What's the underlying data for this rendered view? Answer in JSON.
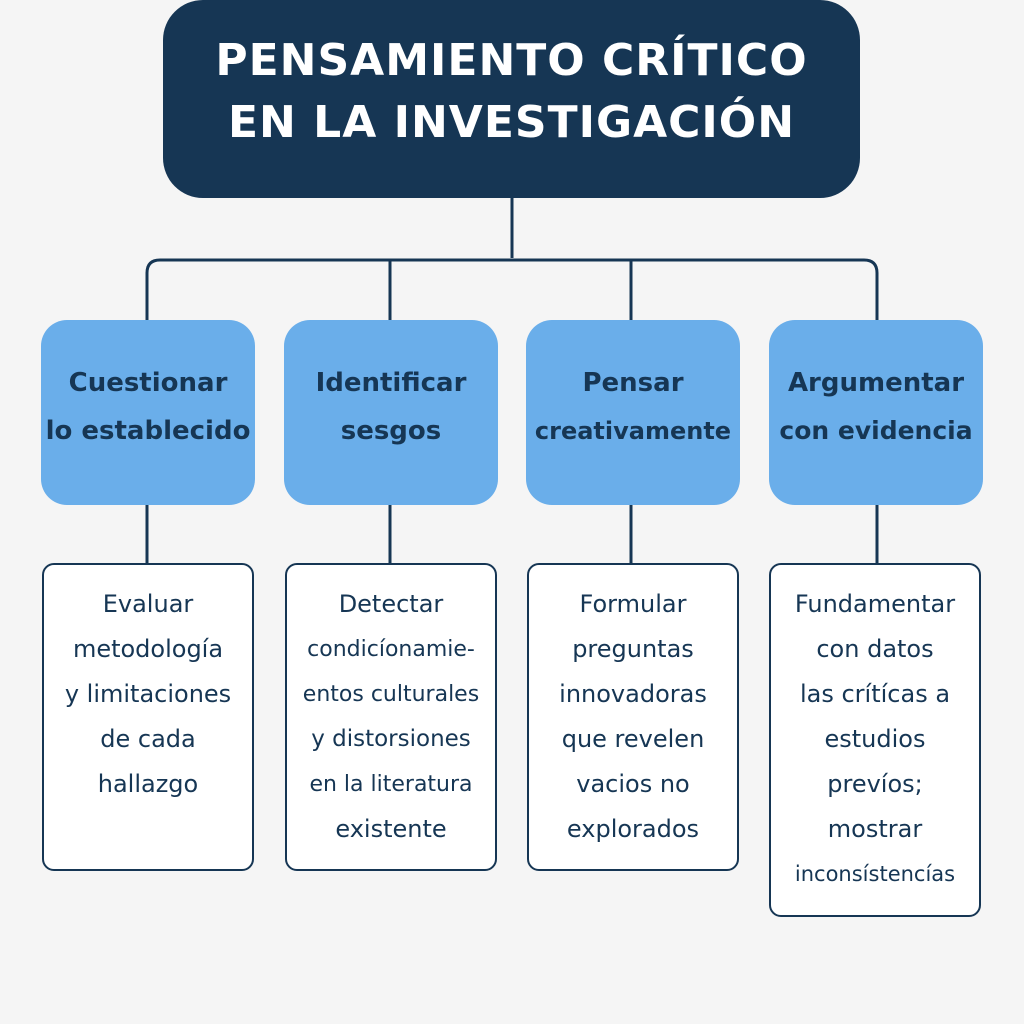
{
  "title": {
    "lines": [
      "PENSAMIENTO CRÍTICO",
      "EN LA INVESTIGACIÓN"
    ]
  },
  "branches": [
    {
      "heading": [
        "Cuestionar",
        "lo establecido"
      ],
      "detail": [
        "Evaluar",
        "metodología",
        "y limitaciones",
        "de cada",
        "hallazgo"
      ]
    },
    {
      "heading": [
        "Identificar",
        "sesgos"
      ],
      "detail": [
        "Detectar",
        "condicíonamie-",
        "entos culturales",
        "y distorsiones",
        "en la literatura",
        "existente"
      ]
    },
    {
      "heading": [
        "Pensar",
        "creativamente"
      ],
      "detail": [
        "Formular",
        "preguntas",
        "innovadoras",
        "que revelen",
        "vacios no",
        "explorados"
      ]
    },
    {
      "heading": [
        "Argumentar",
        "con evidencia"
      ],
      "detail": [
        "Fundamentar",
        "con datos",
        "las crítícas a",
        "estudios",
        "prevíos;",
        "mostrar",
        "inconsístencías"
      ]
    }
  ],
  "colors": {
    "title_bg": "#163654",
    "title_text": "#ffffff",
    "branch_bg": "#6aaeea",
    "branch_text": "#163654",
    "detail_border": "#163654",
    "connector": "#163654",
    "background": "#f5f5f5"
  }
}
